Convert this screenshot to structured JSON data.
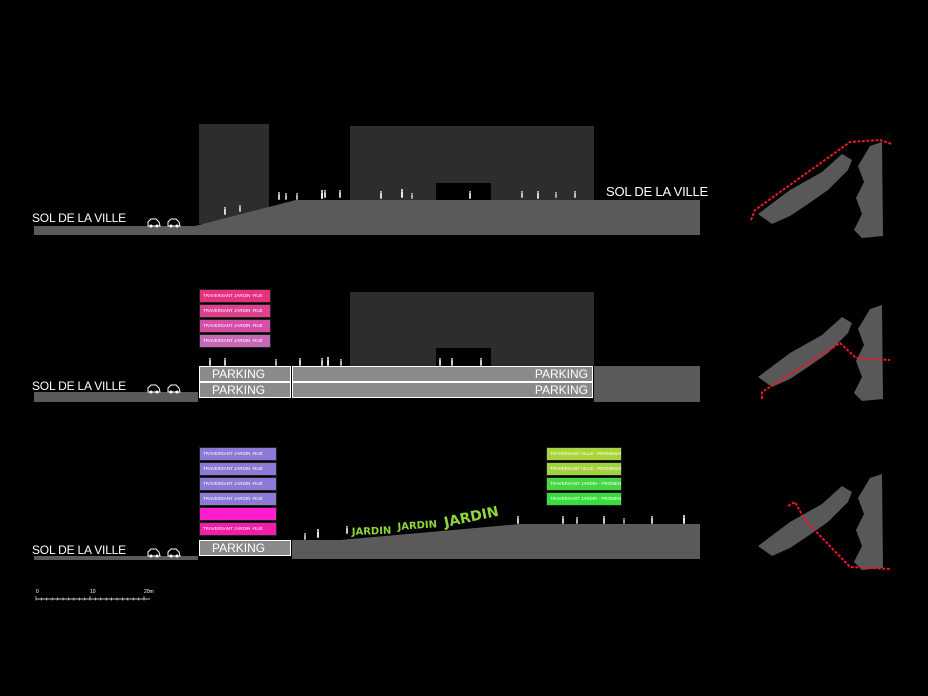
{
  "sections": [
    {
      "id": "section-1",
      "left_label": "SOL DE LA VILLE",
      "right_label": "SOL DE LA VILLE"
    },
    {
      "id": "section-2",
      "left_label": "SOL DE LA VILLE",
      "stack": [
        {
          "label": "TRAVERSANT JARDIN -RUE",
          "color": "#e8317e"
        },
        {
          "label": "TRAVERSANT JARDIN -RUE",
          "color": "#e0408f"
        },
        {
          "label": "TRAVERSANT JARDIN -RUE",
          "color": "#d64ea6"
        },
        {
          "label": "TRAVERSANT JARDIN -RUE",
          "color": "#c866b8"
        }
      ],
      "parking_left": [
        "PARKING",
        "PARKING"
      ],
      "parking_right": [
        "PARKING",
        "PARKING"
      ]
    },
    {
      "id": "section-3",
      "left_label": "SOL DE LA VILLE",
      "stack": [
        {
          "label": "TRAVERSANT JARDIN -RUE",
          "color": "#8c7ad6"
        },
        {
          "label": "TRAVERSANT JARDIN -RUE",
          "color": "#8c7ad6"
        },
        {
          "label": "TRAVERSANT JARDIN -RUE",
          "color": "#8c7ad6"
        },
        {
          "label": "TRAVERSANT JARDIN -RUE",
          "color": "#8c7ad6"
        },
        {
          "label": "",
          "color": "#ff1ecf"
        },
        {
          "label": "TRAVERSANT JARDIN -RUE",
          "color": "#f21ea8"
        }
      ],
      "parking": "PARKING",
      "garden_words": [
        "JARDIN",
        "JARDIN",
        "JARDIN"
      ],
      "promenade": [
        {
          "label": "TRAVERSANT VILLE - PROMENADE",
          "color": "#a9d43a"
        },
        {
          "label": "TRAVERSANT VILLE - PROMENADE",
          "color": "#a3d33c"
        },
        {
          "label": "TRAVERSANT JARDIN - PROMENADE",
          "color": "#45d843"
        },
        {
          "label": "TRAVERSANT JARDIN - PROMENADE",
          "color": "#38df3c"
        }
      ]
    }
  ],
  "scale_bar": {
    "ticks": [
      "0",
      "10",
      "20m"
    ]
  },
  "colors": {
    "ground": "#5a5a5a",
    "building": "#2d2d2d",
    "cliff": "#585858",
    "red_line": "#e8182a",
    "garden_text": "#8ed63a",
    "figure": "#ffffff"
  }
}
